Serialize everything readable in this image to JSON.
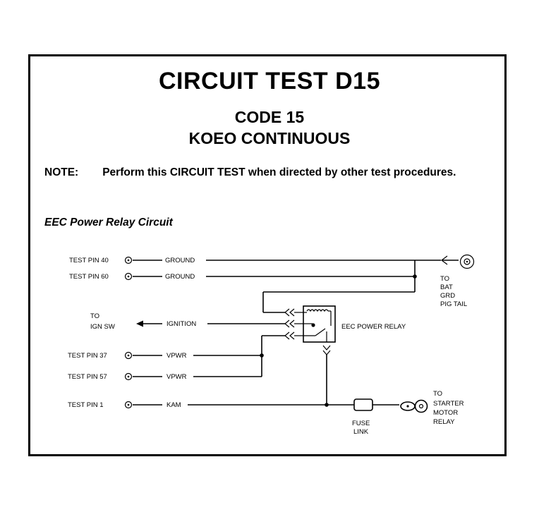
{
  "header": {
    "title": "CIRCUIT TEST D15",
    "code": "CODE 15",
    "mode": "KOEO CONTINUOUS"
  },
  "note": {
    "label": "NOTE:",
    "text": "Perform this CIRCUIT TEST when directed by other test procedures."
  },
  "section_title": "EEC Power Relay Circuit",
  "diagram": {
    "pins": {
      "p40": "TEST PIN 40",
      "p60": "TEST PIN 60",
      "p37": "TEST PIN 37",
      "p57": "TEST PIN 57",
      "p1": "TEST PIN 1"
    },
    "wires": {
      "ground1": "GROUND",
      "ground2": "GROUND",
      "ignition": "IGNITION",
      "vpwr1": "VPWR",
      "vpwr2": "VPWR",
      "kam": "KAM"
    },
    "to_ign": [
      "TO",
      "IGN SW"
    ],
    "to_bat": [
      "TO",
      "BAT",
      "GRD",
      "PIG TAIL"
    ],
    "relay_label": "EEC POWER RELAY",
    "fuse_label": [
      "FUSE",
      "LINK"
    ],
    "to_starter": [
      "TO",
      "STARTER",
      "MOTOR",
      "RELAY"
    ]
  }
}
